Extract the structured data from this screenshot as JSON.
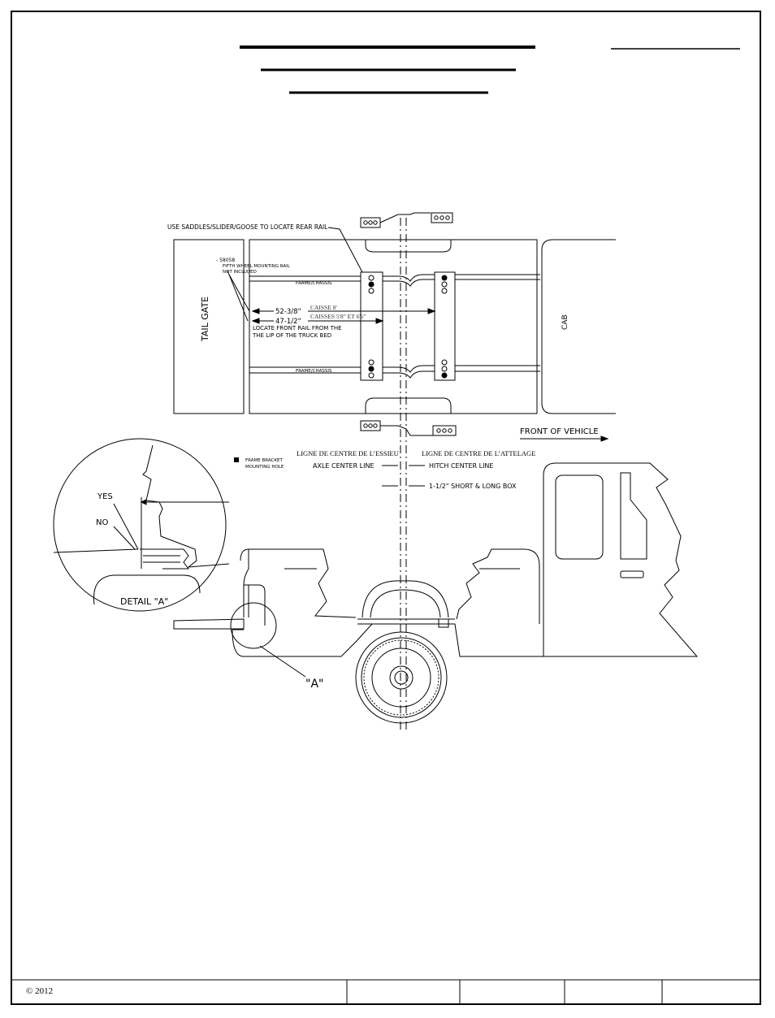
{
  "labels": {
    "rear_rail_note": "USE SADDLES/SLIDER/GOOSE TO LOCATE REAR RAIL",
    "part_number": "- 58058",
    "rail_note_line1": "FIFTH WHEEL MOUNTING RAIL",
    "rail_note_line2": "NOT INCLUDED",
    "tail_gate": "TAIL GATE",
    "cab": "CAB",
    "frame_chassis_top": "FRAME/CHASSIS",
    "frame_chassis_bottom": "FRAME/CHASSIS",
    "dim_8ft": "52-3/8\"",
    "dim_short": "47-1/2\"",
    "caisse_8": "CAISSE 8'",
    "caisses_58_66": "CAISSES 5'8\" ET 6'6\"",
    "front_rail_line1": "LOCATE FRONT RAIL FROM THE",
    "front_rail_line2": "THE LIP OF THE TRUCK BED",
    "front_of_vehicle": "FRONT OF VEHICLE",
    "axle_fr": "LIGNE DE CENTRE DE L’ESSIEU",
    "hitch_fr": "LIGNE DE CENTRE DE L’ATTELAGE",
    "legend_line1": "FRAME BRACKET",
    "legend_line2": "MOUNTING HOLE",
    "axle_center_line": "AXLE CENTER LINE",
    "hitch_center_line": "HITCH CENTER LINE",
    "offset": "1-1/2\" SHORT & LONG BOX",
    "yes": "YES",
    "no": "NO",
    "detail_a": "DETAIL \"A\"",
    "callout_a": "\"A\""
  },
  "footer": {
    "copyright": "© 2012"
  }
}
